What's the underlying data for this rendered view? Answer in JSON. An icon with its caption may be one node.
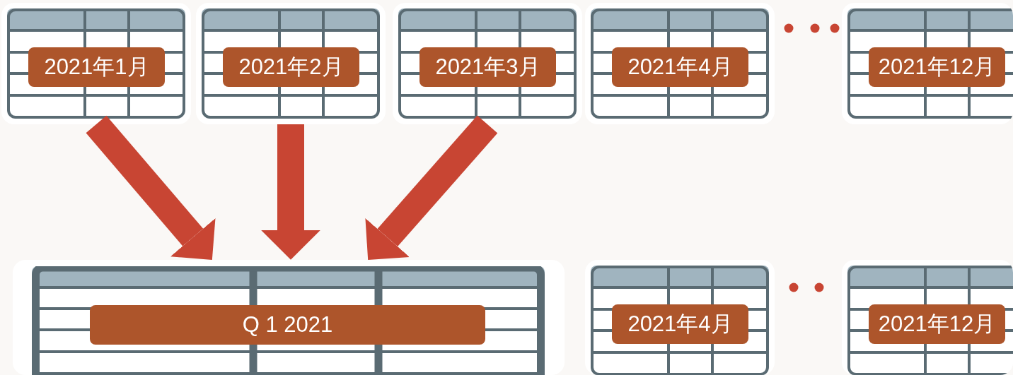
{
  "diagram": {
    "nodes": [
      {
        "text": [
          "2021年1月"
        ]
      },
      {
        "text": [
          "2021年2月"
        ]
      },
      {
        "text": [
          "2021年3月"
        ]
      },
      {
        "text": [
          "2021年4月"
        ]
      },
      {
        "text": [
          "2021年12月"
        ]
      },
      {
        "text": [
          "Q 1 2021"
        ]
      },
      {
        "text": [
          "2021年4月"
        ]
      },
      {
        "text": [
          "2021年12月"
        ]
      }
    ],
    "edges": [
      {
        "from": 0,
        "to": 5,
        "arrow": "to"
      },
      {
        "from": 1,
        "to": 5,
        "arrow": "to"
      },
      {
        "from": 2,
        "to": 5,
        "arrow": "to"
      }
    ]
  }
}
